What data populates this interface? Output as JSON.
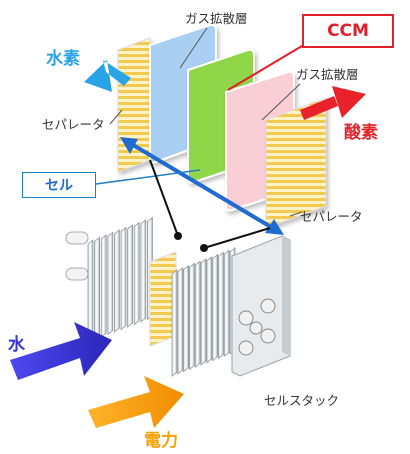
{
  "labels": {
    "gas_diffusion_top": "ガス拡散層",
    "ccm": "CCM",
    "gas_diffusion_right": "ガス拡散層",
    "hydrogen": "水素",
    "oxygen": "酸素",
    "separator_left": "セパレータ",
    "separator_right": "セパレータ",
    "cell": "セル",
    "water": "水",
    "power": "電力",
    "cell_stack": "セルスタック"
  },
  "colors": {
    "hydrogen": "#27a3e6",
    "oxygen": "#e8212a",
    "ccm_border": "#e0202a",
    "cell_border": "#1f7fc4",
    "water": "#3633d6",
    "power": "#f5a30c",
    "gdl_blue": "#a9cff3",
    "ccm_green": "#8fd64a",
    "gdl_pink": "#f9cfd5",
    "separator_yellow": "#fbe79a"
  }
}
